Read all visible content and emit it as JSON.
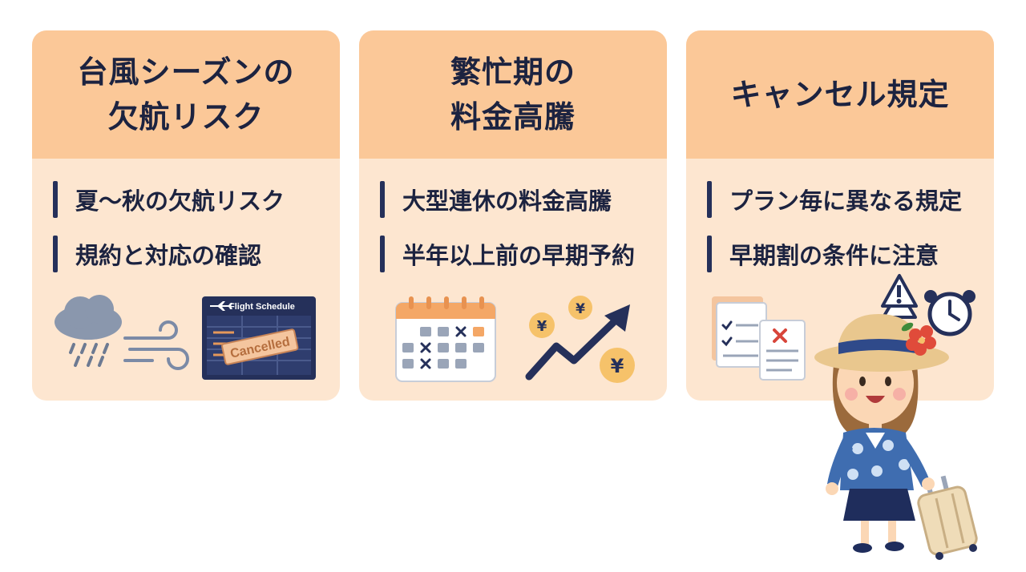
{
  "cards": [
    {
      "title": "台風シーズンの\n欠航リスク",
      "bullets": [
        "夏〜秋の欠航リスク",
        "規約と対応の確認"
      ],
      "board_title": "Flight Schedule",
      "stamp": "Cancelled"
    },
    {
      "title": "繁忙期の\n料金高騰",
      "bullets": [
        "大型連休の料金高騰",
        "半年以上前の早期予約"
      ],
      "yen_symbol": "¥"
    },
    {
      "title": "キャンセル規定",
      "bullets": [
        "プラン毎に異なる規定",
        "早期割の条件に注意"
      ]
    }
  ],
  "colors": {
    "card_bg": "#fde6d0",
    "header_bg": "#fbc898",
    "text": "#1c2340",
    "accent_navy": "#25305a",
    "coin": "#f6c26a"
  }
}
